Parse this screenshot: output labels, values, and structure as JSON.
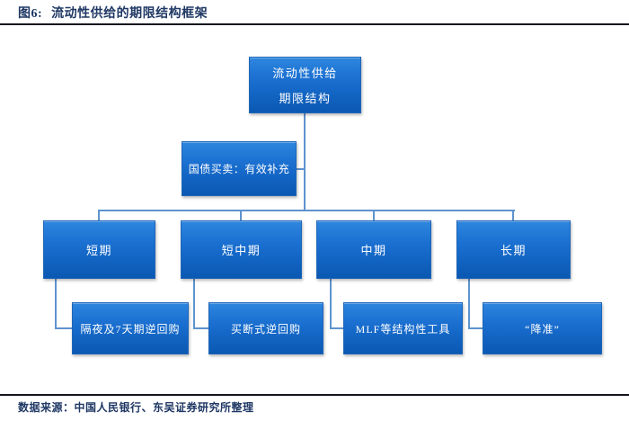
{
  "header": {
    "figure_label": "图6:",
    "title": "流动性供给的期限结构框架"
  },
  "footer": {
    "source": "数据来源：中国人民银行、东吴证券研究所整理"
  },
  "diagram": {
    "root": {
      "line1": "流动性供给",
      "line2": "期限结构"
    },
    "side_note": "国债买卖：有效补充",
    "branches": [
      {
        "term": "短期",
        "tool": "隔夜及7天期逆回购"
      },
      {
        "term": "短中期",
        "tool": "买断式逆回购"
      },
      {
        "term": "中期",
        "tool": "MLF等结构性工具"
      },
      {
        "term": "长期",
        "tool": "“降准”"
      }
    ]
  },
  "colors": {
    "box_gradient_top": "#2E86DE",
    "box_gradient_bottom": "#0A58B2",
    "box_border": "#1F66B8",
    "box_text": "#FFFFFF",
    "connector": "#5E93CE",
    "heading_text": "#1F3864",
    "rule": "#15151D"
  }
}
